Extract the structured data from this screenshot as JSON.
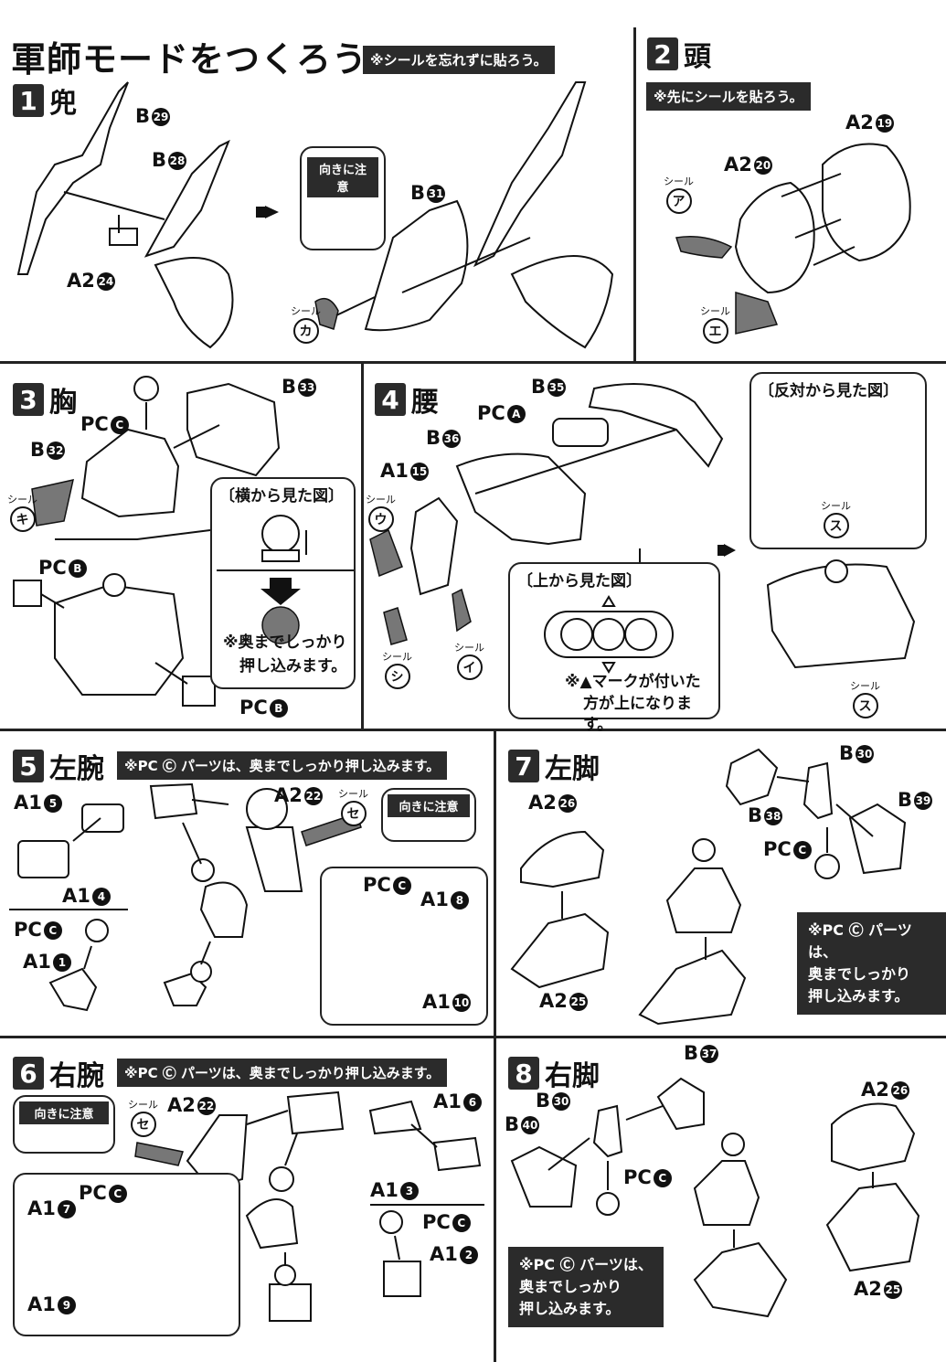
{
  "header": {
    "title": "軍師モードをつくろう!",
    "note": "※シールを忘れずに貼ろう。"
  },
  "steps": {
    "s1": {
      "num": "1",
      "title": "兜",
      "parts": {
        "b29": "B",
        "b29n": "29",
        "b28": "B",
        "b28n": "28",
        "a224": "A2",
        "a224n": "24",
        "b31": "B",
        "b31n": "31"
      },
      "callout": "向きに注意",
      "seal": "シール",
      "sealmark": "カ"
    },
    "s2": {
      "num": "2",
      "title": "頭",
      "note": "※先にシールを貼ろう。",
      "parts": {
        "a219": "A2",
        "a219n": "19",
        "a220": "A2",
        "a220n": "20"
      },
      "seal1": "シール",
      "seal1mark": "ア",
      "seal2": "シール",
      "seal2mark": "エ"
    },
    "s3": {
      "num": "3",
      "title": "胸",
      "parts": {
        "b33": "B",
        "b33n": "33",
        "pcc": "PC",
        "pccn": "C",
        "b32": "B",
        "b32n": "32",
        "pcb1": "PC",
        "pcb1n": "B",
        "pcb2": "PC",
        "pcb2n": "B"
      },
      "seal": "シール",
      "sealmark": "キ",
      "callout_title": "〔横から見た図〕",
      "callout_text1": "※奥までしっかり",
      "callout_text2": "押し込みます。"
    },
    "s4": {
      "num": "4",
      "title": "腰",
      "parts": {
        "b35": "B",
        "b35n": "35",
        "pca": "PC",
        "pcan": "A",
        "b36": "B",
        "b36n": "36",
        "a115": "A1",
        "a115n": "15"
      },
      "seal_u": "シール",
      "seal_umark": "ウ",
      "seal_shi": "シール",
      "seal_shimark": "シ",
      "seal_i": "シール",
      "seal_imark": "イ",
      "top_title": "〔上から見た図〕",
      "top_text1": "※▲マークが付いた",
      "top_text2": "方が上になります。",
      "rev_title": "〔反対から見た図〕",
      "seal_su1": "シール",
      "seal_su1mark": "ス",
      "seal_su2": "シール",
      "seal_su2mark": "ス"
    },
    "s5": {
      "num": "5",
      "title": "左腕",
      "note": "※PC Ⓒ パーツは、奥までしっかり押し込みます。",
      "parts": {
        "a15": "A1",
        "a15n": "5",
        "a14": "A1",
        "a14n": "4",
        "pcc1": "PC",
        "pcc1n": "C",
        "a11": "A1",
        "a11n": "1",
        "a222": "A2",
        "a222n": "22",
        "pcc2": "PC",
        "pcc2n": "C",
        "a18": "A1",
        "a18n": "8",
        "a110": "A1",
        "a110n": "10"
      },
      "seal": "シール",
      "sealmark": "セ",
      "callout": "向きに注意"
    },
    "s6": {
      "num": "6",
      "title": "右腕",
      "note": "※PC Ⓒ パーツは、奥までしっかり押し込みます。",
      "parts": {
        "a222": "A2",
        "a222n": "22",
        "a16": "A1",
        "a16n": "6",
        "a13": "A1",
        "a13n": "3",
        "pcc1": "PC",
        "pcc1n": "C",
        "a12": "A1",
        "a12n": "2",
        "a17": "A1",
        "a17n": "7",
        "pcc2": "PC",
        "pcc2n": "C",
        "a19": "A1",
        "a19n": "9"
      },
      "seal": "シール",
      "sealmark": "セ",
      "callout": "向きに注意"
    },
    "s7": {
      "num": "7",
      "title": "左脚",
      "parts": {
        "a226": "A2",
        "a226n": "26",
        "a225": "A2",
        "a225n": "25",
        "b30": "B",
        "b30n": "30",
        "b38": "B",
        "b38n": "38",
        "b39": "B",
        "b39n": "39",
        "pcc": "PC",
        "pccn": "C"
      },
      "note1": "※PC Ⓒ パーツは、",
      "note2": "奥までしっかり",
      "note3": "押し込みます。"
    },
    "s8": {
      "num": "8",
      "title": "右脚",
      "parts": {
        "b37": "B",
        "b37n": "37",
        "b30": "B",
        "b30n": "30",
        "b40": "B",
        "b40n": "40",
        "pcc": "PC",
        "pccn": "C",
        "a226": "A2",
        "a226n": "26",
        "a225": "A2",
        "a225n": "25"
      },
      "note1": "※PC Ⓒ パーツは、",
      "note2": "奥までしっかり",
      "note3": "押し込みます。"
    }
  }
}
